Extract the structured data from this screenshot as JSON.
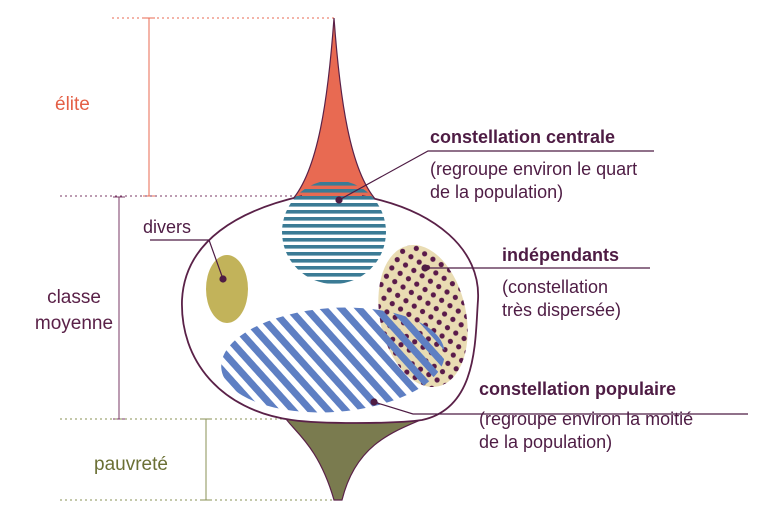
{
  "categories": {
    "elite": "élite",
    "middle": [
      "classe",
      "moyenne"
    ],
    "poverty": "pauvreté"
  },
  "annotations": {
    "centrale": {
      "title": "constellation centrale",
      "desc": [
        "(regroupe environ le quart",
        "de la population)"
      ]
    },
    "independants": {
      "title": "indépendants",
      "desc": [
        "(constellation",
        "très dispersée)"
      ]
    },
    "populaire": {
      "title": "constellation populaire",
      "desc": [
        "(regroupe environ la moitié",
        "de la population)"
      ]
    },
    "divers": "divers"
  },
  "colors": {
    "elite": "#e86a52",
    "middle_outline": "#5a2148",
    "poverty": "#7a7b4f",
    "centrale_stripes": "#3b7b95",
    "populaire_stripes": "#5e7fc3",
    "independants_fill": "#e9dcb3",
    "independants_dots": "#5a1a4a",
    "divers_fill": "#c2b35a",
    "elite_guides": "#e86a52",
    "middle_guides": "#7a3a66",
    "poverty_guides": "#8a9056",
    "leader_lines": "#4e1c44"
  }
}
